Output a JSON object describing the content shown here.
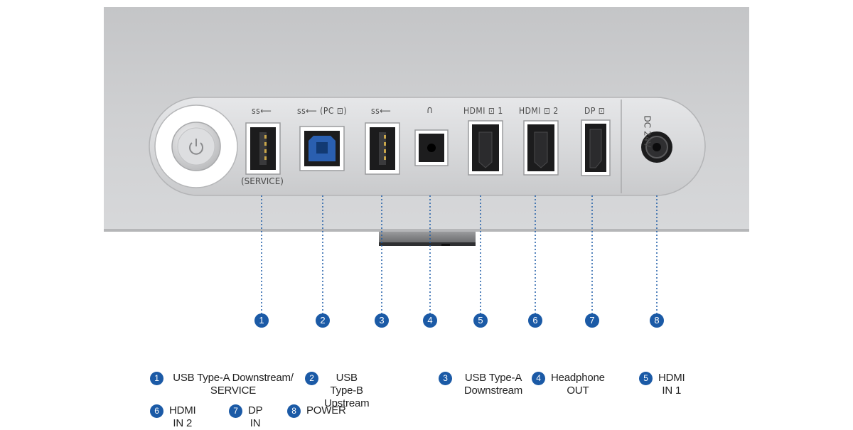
{
  "top_labels": {
    "service": "(SERVICE)",
    "dc": "DC 24V",
    "port_labels": [
      "ss⟵",
      "ss⟵ (PC ⊡)",
      "ss⟵",
      "∩",
      "HDMI ⊡ 1",
      "HDMI ⊡ 2",
      "DP ⊡"
    ]
  },
  "callouts": [
    "1",
    "2",
    "3",
    "4",
    "5",
    "6",
    "7",
    "8"
  ],
  "legend": [
    {
      "num": "1",
      "text": "USB Type-A Downstream/ SERVICE"
    },
    {
      "num": "2",
      "text": "USB Type-B Upstream"
    },
    {
      "num": "3",
      "text": "USB Type-A Downstream"
    },
    {
      "num": "4",
      "text": "Headphone OUT"
    },
    {
      "num": "5",
      "text": "HDMI IN 1"
    },
    {
      "num": "6",
      "text": "HDMI IN 2"
    },
    {
      "num": "7",
      "text": "DP IN"
    },
    {
      "num": "8",
      "text": "POWER"
    }
  ],
  "colors": {
    "accent": "#1b5aa6",
    "panel": "#d4d5d7",
    "housing": "#c9cacc"
  }
}
